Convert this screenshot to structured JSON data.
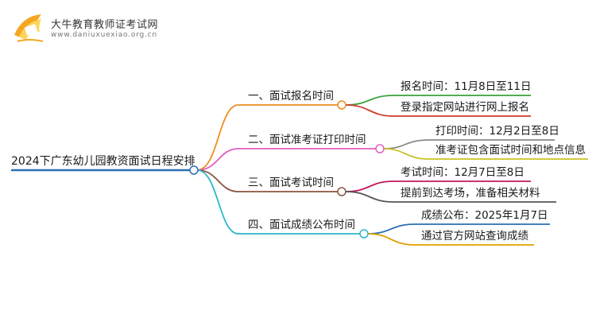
{
  "brand": {
    "title": "大牛教育教师证考试网",
    "url": "www.daniuxuexiao.org.cn",
    "logo_icon": "book-icon",
    "colors": {
      "orange": "#f5a623",
      "yellow": "#ffd45c"
    }
  },
  "root": {
    "label": "2024下广东幼儿园教资面试日程安排",
    "color": "#2b6fb3"
  },
  "branches": [
    {
      "label": "一、面试报名时间",
      "color": "#f08c1c",
      "children": [
        {
          "label": "报名时间：11月8日至11日",
          "color": "#38a33a"
        },
        {
          "label": "登录指定网站进行网上报名",
          "color": "#d23a2e"
        }
      ]
    },
    {
      "label": "二、面试准考证打印时间",
      "color": "#e05fc0",
      "children": [
        {
          "label": "打印时间：12月2日至8日",
          "color": "#8a8a8a"
        },
        {
          "label": "准考证包含面试时间和地点信息",
          "color": "#c9c226"
        }
      ]
    },
    {
      "label": "三、面试考试时间",
      "color": "#8a5540",
      "children": [
        {
          "label": "考试时间：12月7日至8日",
          "color": "#c2185b"
        },
        {
          "label": "提前到达考场，准备相关材料",
          "color": "#555555"
        }
      ]
    },
    {
      "label": "四、面试成绩公布时间",
      "color": "#2bb8c8",
      "children": [
        {
          "label": "成绩公布：2025年1月7日",
          "color": "#2b6fb3"
        },
        {
          "label": "通过官方网站查询成绩",
          "color": "#e0a000"
        }
      ]
    }
  ]
}
